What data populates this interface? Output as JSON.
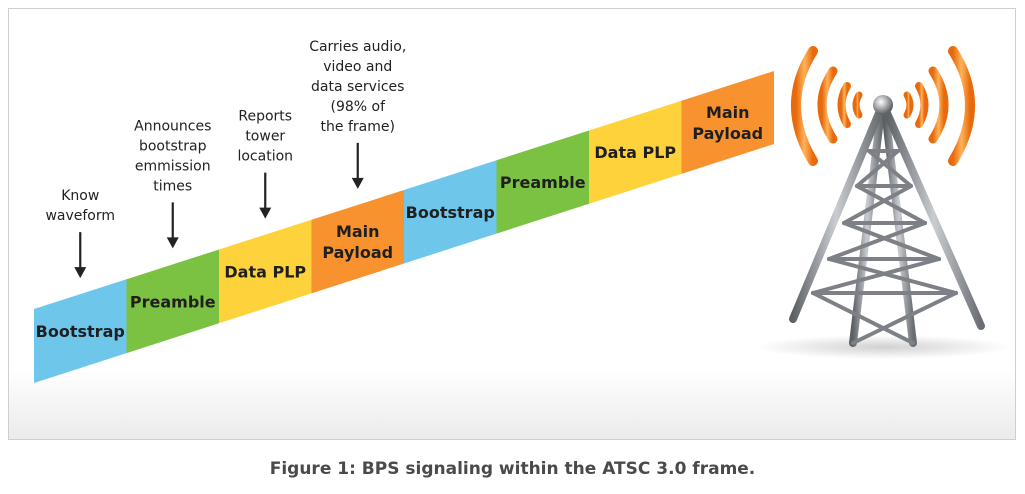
{
  "caption": "Figure 1: BPS signaling within the ATSC 3.0 frame.",
  "colors": {
    "bootstrap": "#6ec6ea",
    "preamble": "#7cc242",
    "data_plp": "#fdd23b",
    "main_payload": "#f7922f",
    "tower_metal": "#7d8187",
    "signal_waves": "#f07c14"
  },
  "segments": [
    {
      "label": "Bootstrap",
      "kind": "bootstrap"
    },
    {
      "label": "Preamble",
      "kind": "preamble"
    },
    {
      "label": "Data PLP",
      "kind": "data_plp"
    },
    {
      "label": "Main Payload",
      "kind": "main_payload"
    },
    {
      "label": "Bootstrap",
      "kind": "bootstrap"
    },
    {
      "label": "Preamble",
      "kind": "preamble"
    },
    {
      "label": "Data PLP",
      "kind": "data_plp"
    },
    {
      "label": "Main Payload",
      "kind": "main_payload"
    }
  ],
  "annotations": [
    {
      "label": "Know waveform",
      "target": 0
    },
    {
      "label": "Announces bootstrap emmission times",
      "target": 1
    },
    {
      "label": "Reports tower location",
      "target": 2
    },
    {
      "label": "Carries audio, video and data services (98% of the frame)",
      "target": 3
    }
  ],
  "tower": {
    "icon": "broadcast-tower-icon"
  }
}
